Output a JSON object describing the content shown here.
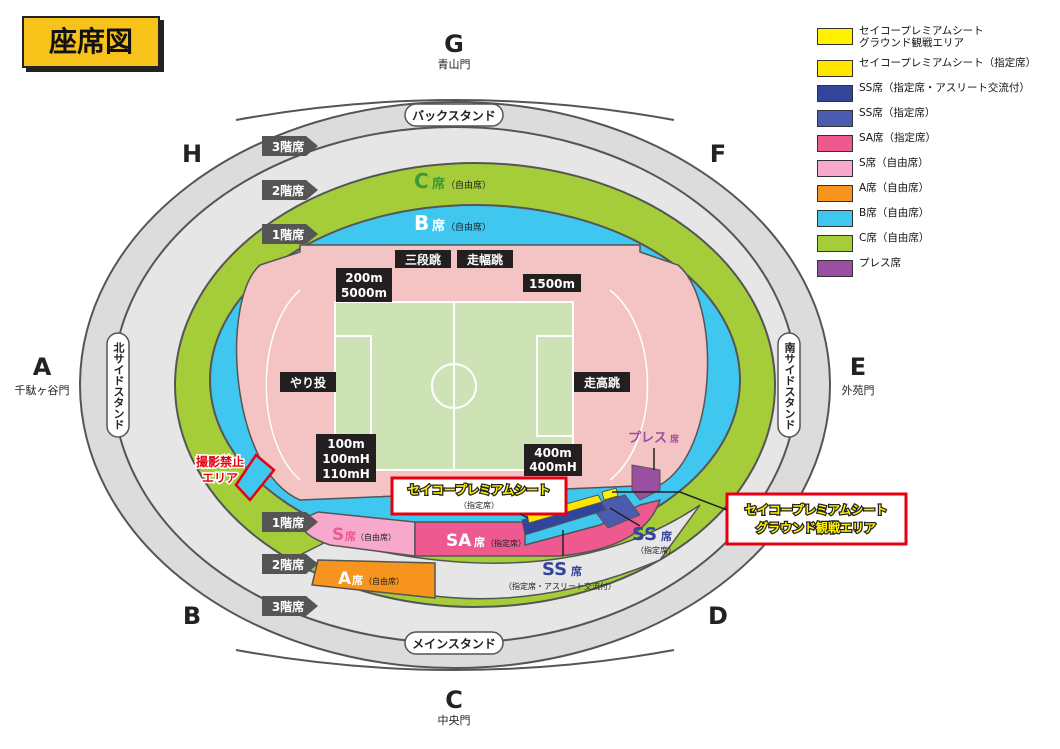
{
  "title": "座席図",
  "colors": {
    "outer_ring": "#dcdcdc",
    "ring_stroke": "#555555",
    "green_c": "#a5cd39",
    "blue_b": "#3fc7f0",
    "track": "#f4c3c3",
    "field": "#cde3b6",
    "pink_s": "#f7a8cc",
    "pink_sa": "#ee5a8f",
    "navy_ss": "#33449b",
    "orange_a": "#f7941d",
    "purple_press": "#9b4fa0",
    "yellow": "#fff100",
    "black_label": "#231f20",
    "red": "#e60012"
  },
  "legend": [
    {
      "label": "セイコープレミアムシート\nグラウンド観戦エリア",
      "color": "#fff100"
    },
    {
      "label": "セイコープレミアムシート（指定席）",
      "color": "#ffe600"
    },
    {
      "label": "SS席（指定席・アスリート交流付）",
      "color": "#33449b"
    },
    {
      "label": "SS席（指定席）",
      "color": "#4a5bb0"
    },
    {
      "label": "SA席（指定席）",
      "color": "#ee5a8f"
    },
    {
      "label": "S席（自由席）",
      "color": "#f7a8cc"
    },
    {
      "label": "A席（自由席）",
      "color": "#f7941d"
    },
    {
      "label": "B席（自由席）",
      "color": "#3fc7f0"
    },
    {
      "label": "C席（自由席）",
      "color": "#a5cd39"
    },
    {
      "label": "プレス席",
      "color": "#9b4fa0"
    }
  ],
  "gates": {
    "G": {
      "letter": "G",
      "name": "青山門"
    },
    "A": {
      "letter": "A",
      "name": "千駄ヶ谷門"
    },
    "E": {
      "letter": "E",
      "name": "外苑門"
    },
    "C": {
      "letter": "C",
      "name": "中央門"
    },
    "H": {
      "letter": "H"
    },
    "F": {
      "letter": "F"
    },
    "B": {
      "letter": "B"
    },
    "D": {
      "letter": "D"
    }
  },
  "stands": {
    "back": "バックスタンド",
    "main": "メインスタンド",
    "north": "北サイドスタンド",
    "south": "南サイドスタンド"
  },
  "floors": {
    "third": "3階席",
    "second": "2階席",
    "first": "1階席"
  },
  "seats": {
    "c_main": "C",
    "c_sub": "席",
    "c_note": "（自由席）",
    "b_main": "B",
    "b_sub": "席",
    "b_note": "（自由席）",
    "s_main": "S",
    "s_sub": "席",
    "s_note": "（自由席）",
    "sa_main": "SA",
    "sa_sub": "席",
    "sa_note": "（指定席）",
    "a_main": "A",
    "a_sub": "席",
    "a_note": "（自由席）",
    "ss_main": "SS",
    "ss_sub": "席",
    "ss_note": "（指定席）",
    "ss2_note": "（指定席・アスリート交流付）",
    "press_main": "プレス",
    "press_sub": "席"
  },
  "events": {
    "triple_jump": "三段跳",
    "long_jump": "走幅跳",
    "distance_1": "200m",
    "distance_2": "5000m",
    "distance_3": "1500m",
    "javelin": "やり投",
    "high_jump": "走高跳",
    "sprint_1": "100m",
    "sprint_2": "100mH",
    "sprint_3": "110mH",
    "lap_1": "400m",
    "lap_2": "400mH"
  },
  "callouts": {
    "no_photo_1": "撮影禁止",
    "no_photo_2": "エリア",
    "premium_seat_1": "セイコープレミアムシート",
    "premium_seat_2": "（指定席）",
    "premium_ground_1": "セイコープレミアムシート",
    "premium_ground_2": "グラウンド観戦エリア"
  }
}
